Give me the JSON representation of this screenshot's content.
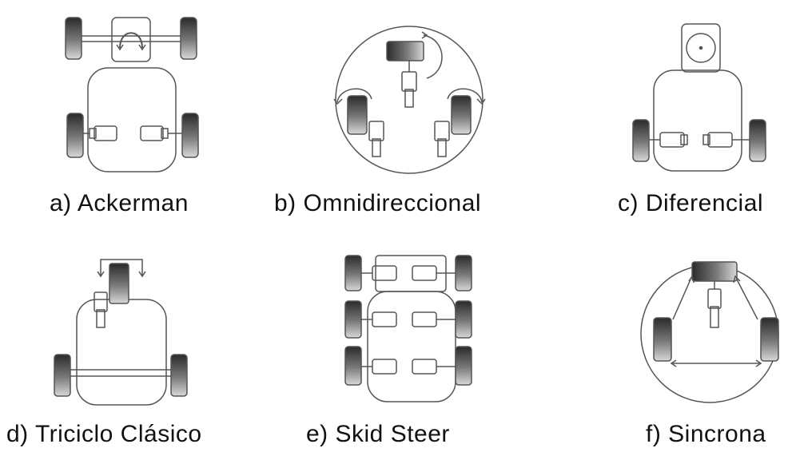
{
  "captions": {
    "a": "a) Ackerman",
    "b": "b) Omnidireccional",
    "c": "c) Diferencial",
    "d": "d) Triciclo Clásico",
    "e": "e) Skid Steer",
    "f": "f) Sincrona"
  },
  "colors": {
    "outline": "#555555",
    "wheel_dark": "#2a2a2a",
    "wheel_light": "#d8d8d8",
    "background": "#ffffff"
  }
}
